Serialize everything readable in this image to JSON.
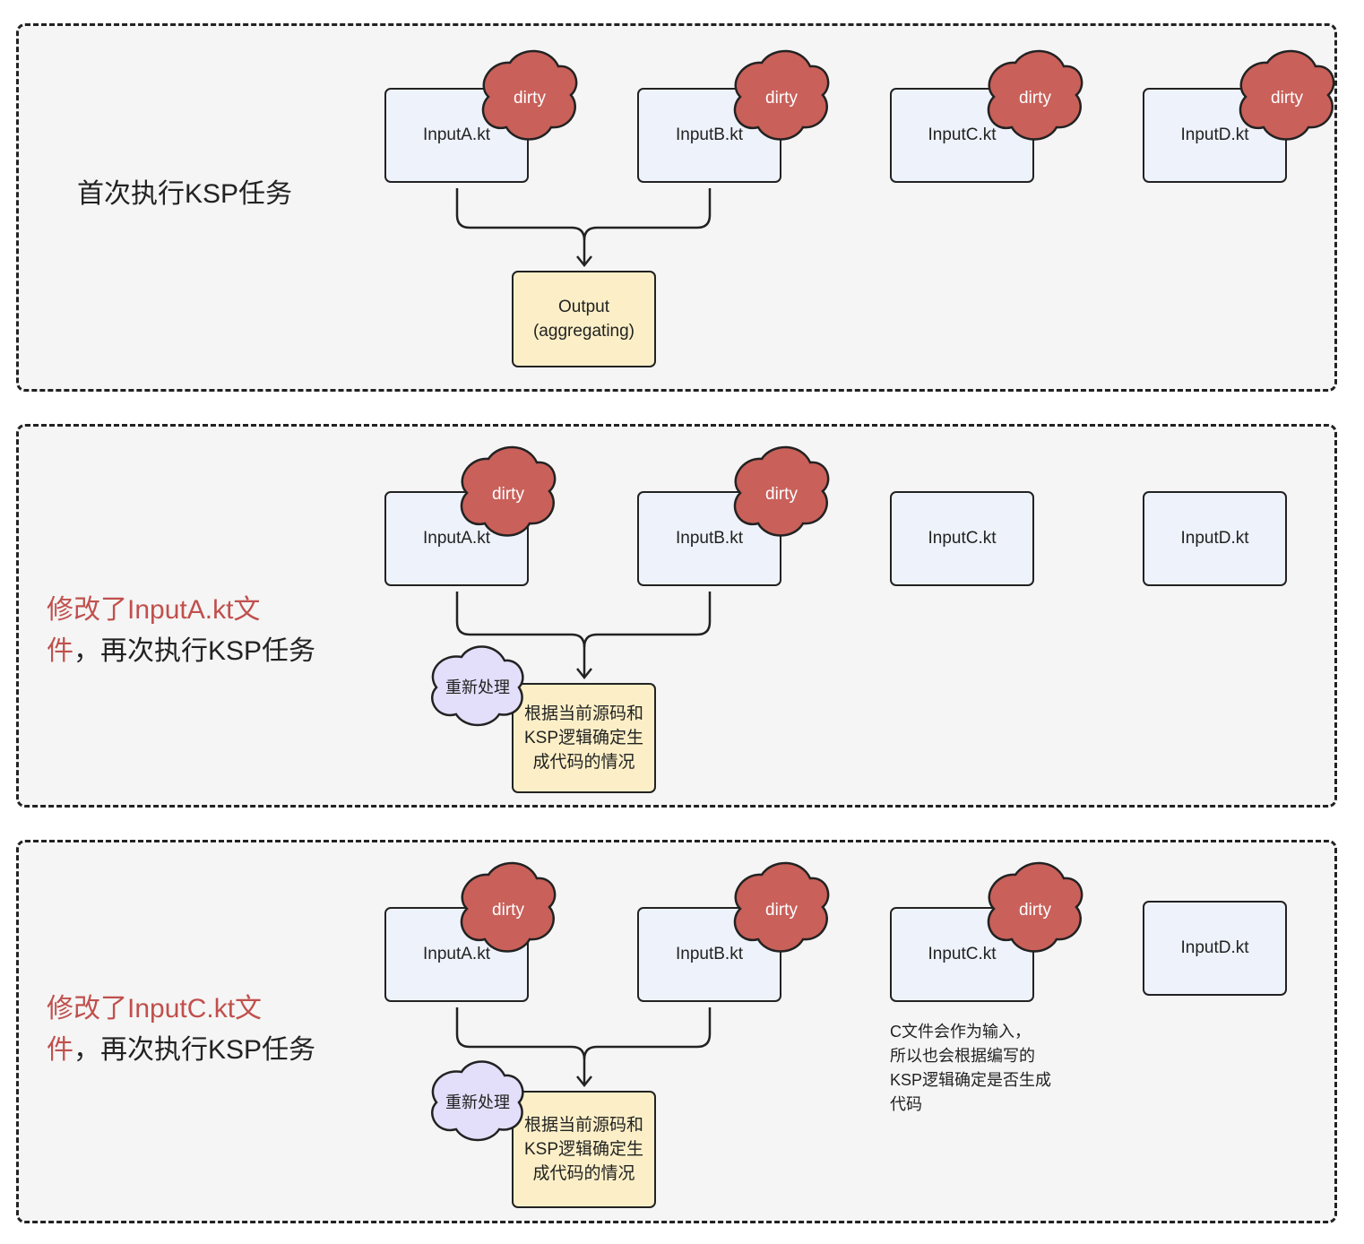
{
  "sections": [
    {
      "title_plain": "首次执行KSP任务",
      "files": [
        {
          "label": "InputA.kt",
          "dirty": true
        },
        {
          "label": "InputB.kt",
          "dirty": true
        },
        {
          "label": "InputC.kt",
          "dirty": true
        },
        {
          "label": "InputD.kt",
          "dirty": true
        }
      ],
      "dirty_label": "dirty",
      "output": {
        "line1": "Output",
        "line2": "(aggregating)"
      }
    },
    {
      "title_red_1": "修改了InputA.kt文",
      "title_red_2": "件",
      "title_plain_2": "，再次执行KSP任务",
      "files": [
        {
          "label": "InputA.kt",
          "dirty": true
        },
        {
          "label": "InputB.kt",
          "dirty": true
        },
        {
          "label": "InputC.kt",
          "dirty": false
        },
        {
          "label": "InputD.kt",
          "dirty": false
        }
      ],
      "dirty_label": "dirty",
      "reprocess_label": "重新处理",
      "output": {
        "line1": "根据当前源码和",
        "line2": "KSP逻辑确定生",
        "line3": "成代码的情况"
      }
    },
    {
      "title_red_1": "修改了InputC.kt文",
      "title_red_2": "件",
      "title_plain_2": "，再次执行KSP任务",
      "files": [
        {
          "label": "InputA.kt",
          "dirty": true
        },
        {
          "label": "InputB.kt",
          "dirty": true
        },
        {
          "label": "InputC.kt",
          "dirty": true
        },
        {
          "label": "InputD.kt",
          "dirty": false
        }
      ],
      "dirty_label": "dirty",
      "reprocess_label": "重新处理",
      "output": {
        "line1": "根据当前源码和",
        "line2": "KSP逻辑确定生",
        "line3": "成代码的情况"
      },
      "note": {
        "line1": "C文件会作为输入，",
        "line2": "所以也会根据编写的",
        "line3": "KSP逻辑确定是否生成",
        "line4": "代码"
      }
    }
  ],
  "colors": {
    "dirty_fill": "#c9605a",
    "reprocess_fill": "#e3defa",
    "file_fill": "#eef2fa",
    "output_fill": "#fcefc7",
    "accent_red": "#c0504d"
  }
}
